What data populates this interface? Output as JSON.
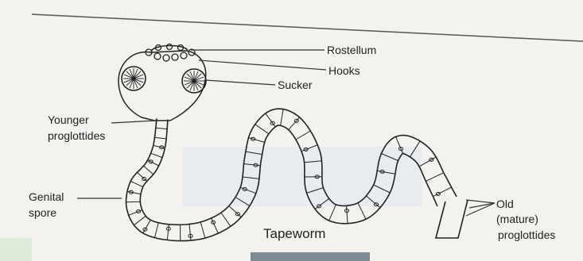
{
  "labels": {
    "rostellum": "Rostellum",
    "hooks": "Hooks",
    "sucker": "Sucker",
    "younger_line1": "Younger",
    "younger_line2": "proglottides",
    "genital_line1": "Genital",
    "genital_line2": "spore",
    "old_line1": "Old",
    "old_line2": "(mature)",
    "old_line3": "proglottides",
    "title": "Tapeworm"
  },
  "colors": {
    "ink": "#222222",
    "paper": "#f3f1ee",
    "blue_smudge": "#dfe7f3",
    "bottom_strip": "#7f8b93"
  }
}
